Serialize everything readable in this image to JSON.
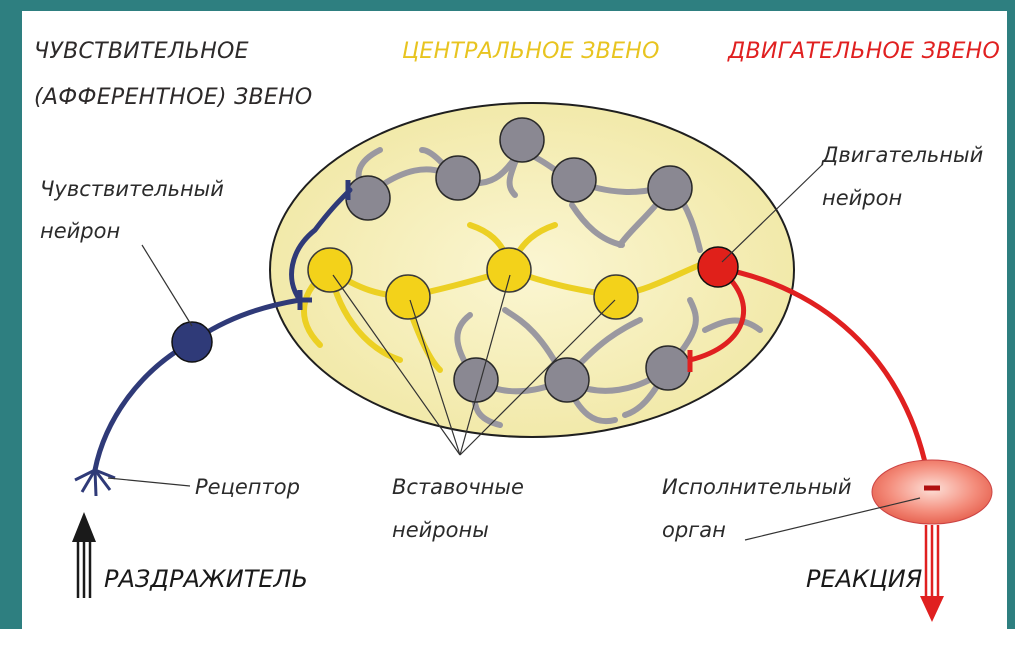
{
  "headers": {
    "afferent_line1": "ЧУВСТВИТЕЛЬНОЕ",
    "afferent_line2": "(АФФЕРЕНТНОЕ) ЗВЕНО",
    "central": "ЦЕНТРАЛЬНОЕ ЗВЕНО",
    "motor": "ДВИГАТЕЛЬНОЕ ЗВЕНО"
  },
  "labels": {
    "sensory_neuron_line1": "Чувствительный",
    "sensory_neuron_line2": "нейрон",
    "motor_neuron_line1": "Двигательный",
    "motor_neuron_line2": "нейрон",
    "receptor": "Рецептор",
    "interneurons_line1": "Вставочные",
    "interneurons_line2": "нейроны",
    "effector_line1": "Исполнительный",
    "effector_line2": "орган",
    "stimulus": "РАЗДРАЖИТЕЛЬ",
    "reaction": "РЕАКЦИЯ"
  },
  "colors": {
    "afferent": "#2d2a2a",
    "central": "#e8c420",
    "motor": "#e02020",
    "sensory_neuron": "#2f3a78",
    "interneuron_yellow": "#f3d21a",
    "interneuron_gray": "#8a8892",
    "ellipse_fill": "#f6f0bc",
    "effector": "#f07a6a"
  }
}
